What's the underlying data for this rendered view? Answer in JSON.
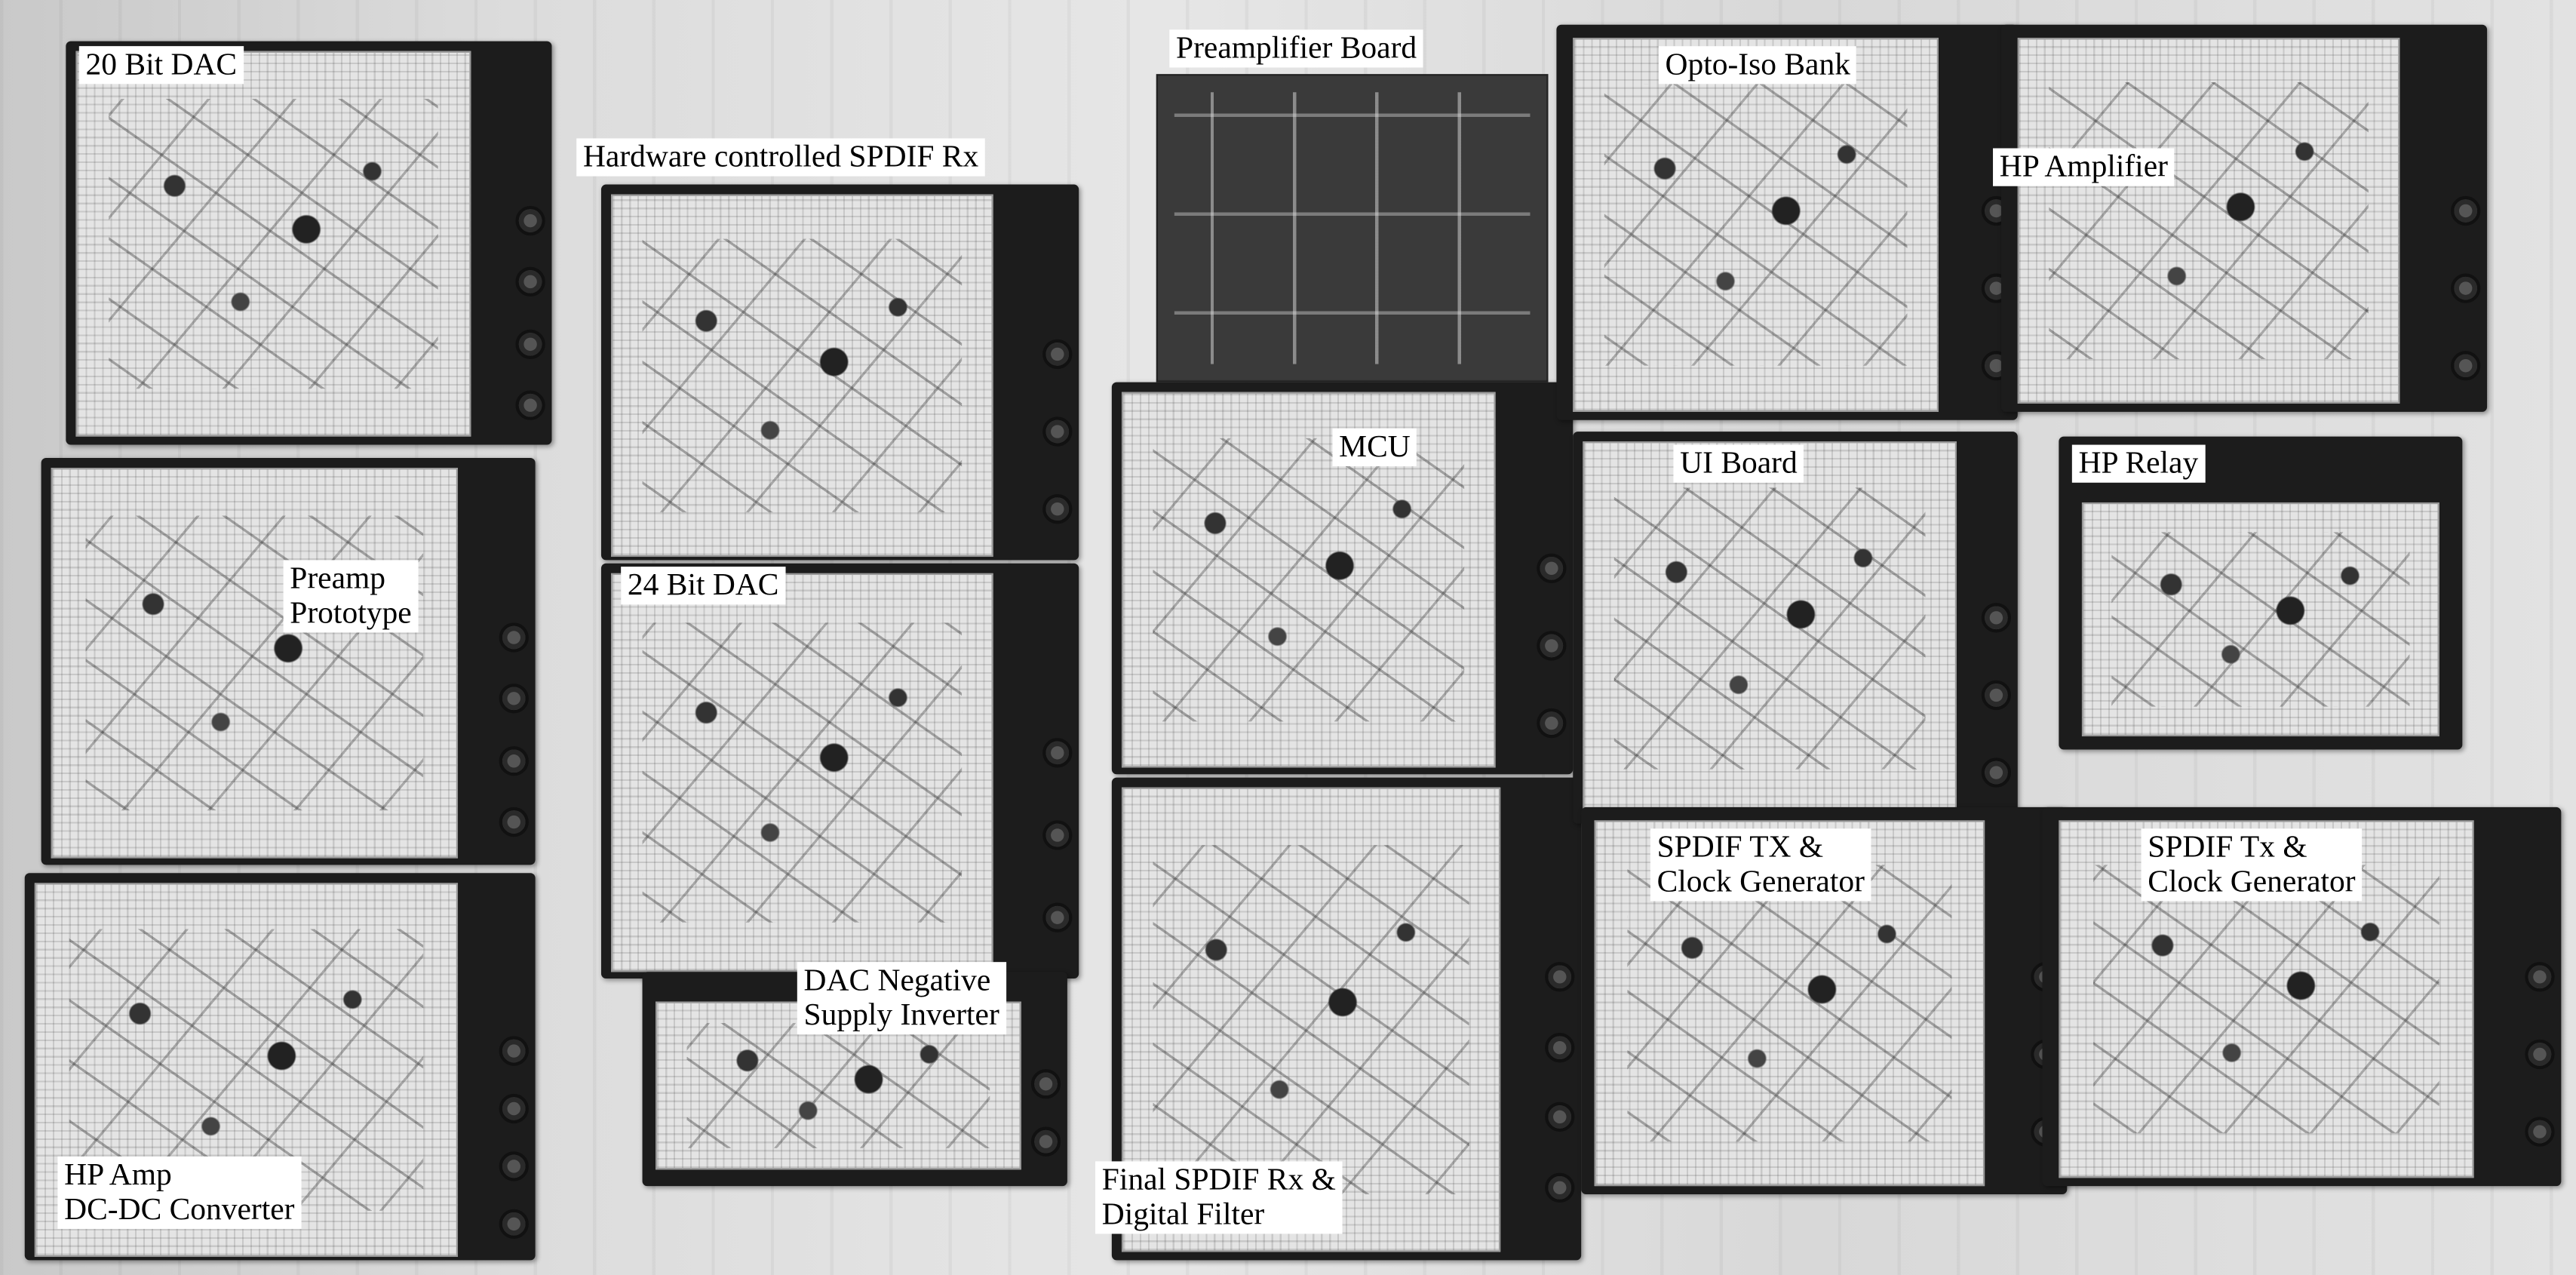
{
  "image": {
    "description_labels": [
      {
        "id": "20-bit-dac",
        "text": "20 Bit DAC"
      },
      {
        "id": "preamplifier-board",
        "text": "Preamplifier Board"
      },
      {
        "id": "opto-iso-bank",
        "text": "Opto-Iso Bank"
      },
      {
        "id": "hw-spdif-rx",
        "text": "Hardware controlled SPDIF Rx"
      },
      {
        "id": "hp-amplifier",
        "text": "HP Amplifier"
      },
      {
        "id": "mcu",
        "text": "MCU"
      },
      {
        "id": "ui-board",
        "text": "UI Board"
      },
      {
        "id": "hp-relay",
        "text": "HP Relay"
      },
      {
        "id": "preamp-prototype",
        "text": "Preamp\nPrototype"
      },
      {
        "id": "24-bit-dac",
        "text": "24 Bit DAC"
      },
      {
        "id": "spdif-tx-clock-1",
        "text": "SPDIF TX &\nClock Generator"
      },
      {
        "id": "spdif-tx-clock-2",
        "text": "SPDIF Tx &\nClock Generator"
      },
      {
        "id": "dac-negative-supply",
        "text": "DAC Negative\nSupply Inverter"
      },
      {
        "id": "hp-amp-dcdc",
        "text": "HP Amp\nDC-DC Converter"
      },
      {
        "id": "final-spdif-rx",
        "text": "Final SPDIF Rx &\nDigital Filter"
      }
    ],
    "colors": {
      "board": "#1c1c1c",
      "breadboard": "#e4e4e4",
      "label_bg": "#ffffff",
      "label_text": "#000000"
    }
  }
}
